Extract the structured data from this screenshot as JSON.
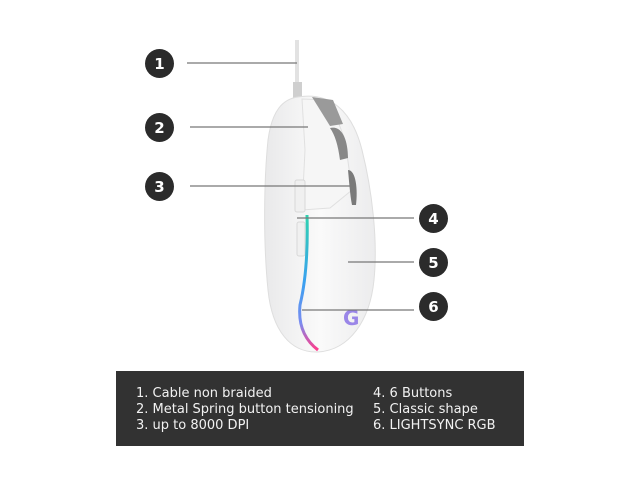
{
  "callouts": [
    "1",
    "2",
    "3",
    "4",
    "5",
    "6"
  ],
  "legend": {
    "left": [
      "1. Cable non braided",
      "2. Metal Spring button tensioning",
      "3. up to 8000 DPI"
    ],
    "right": [
      "4. 6 Buttons",
      "5. Classic shape",
      "6. LIGHTSYNC RGB"
    ]
  },
  "colors": {
    "badge": "#2b2b2b",
    "legend_bg": "#323232",
    "rgb_top": "#2fd3b0",
    "rgb_mid": "#3aa0f0",
    "rgb_bottom": "#ff3c8a"
  }
}
